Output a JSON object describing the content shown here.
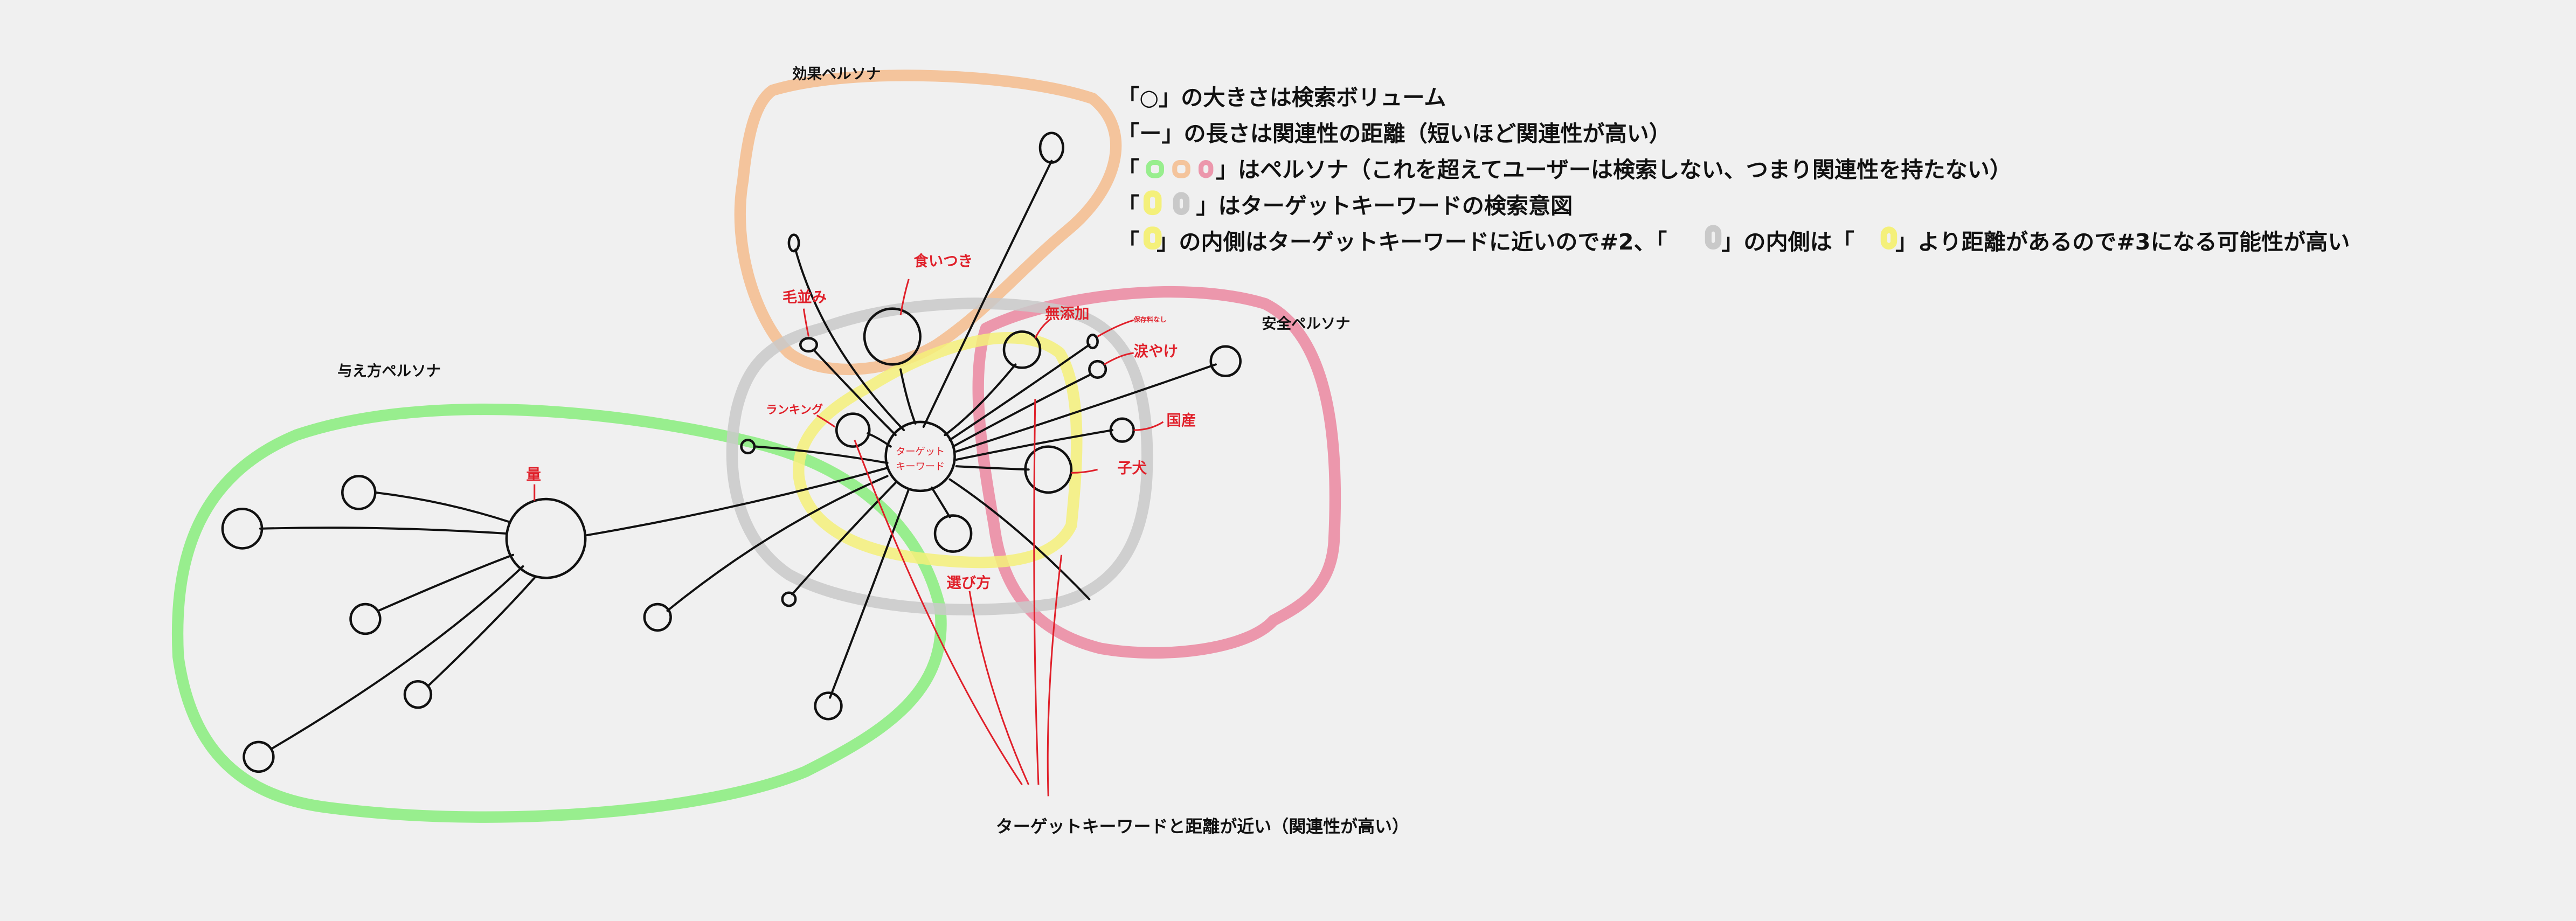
{
  "colors": {
    "green": "#98ee8e",
    "orange": "#f4c49c",
    "pink": "#ec97ac",
    "gray": "#c9c9c9",
    "yellow": "#f4f07a",
    "label_red": "#e0202a"
  },
  "personas": {
    "effect": "効果ペルソナ",
    "safety": "安全ペルソナ",
    "giving": "与え方ペルソナ"
  },
  "center": {
    "line1": "ターゲット",
    "line2": "キーワード"
  },
  "labels": {
    "amount": "量",
    "appetite": "食いつき",
    "coat": "毛並み",
    "additive_free": "無添加",
    "no_preservatives": "保存料なし",
    "tear_stain": "涙やけ",
    "domestic": "国産",
    "puppy": "子犬",
    "ranking": "ランキング",
    "how_to_choose": "選び方"
  },
  "caption": "ターゲットキーワードと距離が近い（関連性が高い）",
  "legend": {
    "l1": "「○」の大きさは検索ボリューム",
    "l2": "「ー」の長さは関連性の距離（短いほど関連性が高い）",
    "l3_open": "「",
    "l3": "」はペルソナ（これを超えてユーザーは検索しない、つまり関連性を持たない）",
    "l4_open": "「",
    "l4": "」はターゲットキーワードの検索意図",
    "l5_open": "「",
    "l5a": "」の内側はターゲットキーワードに近いので#2、「",
    "l5b": "」の内側は「",
    "l5c": "」より距離があるので#3になる可能性が高い"
  }
}
